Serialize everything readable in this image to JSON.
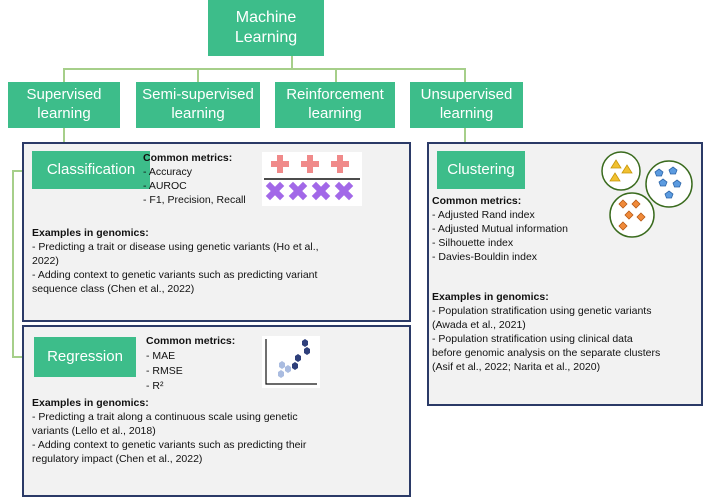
{
  "root": {
    "label": "Machine\nLearning"
  },
  "categories": [
    {
      "label": "Supervised\nlearning"
    },
    {
      "label": "Semi-supervised\nlearning"
    },
    {
      "label": "Reinforcement\nlearning"
    },
    {
      "label": "Unsupervised\nlearning"
    }
  ],
  "classification": {
    "title": "Classification",
    "metrics_title": "Common metrics:",
    "metrics": [
      "- Accuracy",
      "- AUROC",
      "- F1, Precision, Recall"
    ],
    "examples_title": "Examples in genomics:",
    "examples": [
      "- Predicting a trait or disease using genetic variants (Ho et al.,",
      "2022)",
      "- Adding context to genetic variants such as predicting variant",
      "sequence class (Chen et al., 2022)"
    ]
  },
  "regression": {
    "title": "Regression",
    "metrics_title": "Common metrics:",
    "metrics": [
      "- MAE",
      "- RMSE",
      "- R²"
    ],
    "examples_title": "Examples in genomics:",
    "examples": [
      "- Predicting a trait along a continuous scale using genetic",
      "variants (Lello et al., 2018)",
      "- Adding context to genetic variants such as predicting their",
      "regulatory impact (Chen et al., 2022)"
    ]
  },
  "clustering": {
    "title": "Clustering",
    "metrics_title": "Common metrics:",
    "metrics": [
      "- Adjusted Rand index",
      "- Adjusted Mutual information",
      "- Silhouette index",
      "- Davies-Bouldin index"
    ],
    "examples_title": "Examples in genomics:",
    "examples": [
      "- Population stratification using genetic variants",
      "(Awada et al., 2021)",
      "- Population stratification using clinical data",
      "before genomic analysis on the separate clusters",
      "(Asif et al., 2022; Narita et al., 2020)"
    ]
  },
  "colors": {
    "node_green": "#3dbd8a",
    "connector_green": "#a6cf8a",
    "panel_border": "#2b3a67",
    "panel_bg": "#f2f2f2",
    "plus": "#f08a8a",
    "cross": "#a268e8",
    "triangle": "#f0c030",
    "pentagon": "#5b9be0",
    "diamond": "#f08a3a",
    "hex_dark": "#2e3f7a",
    "hex_light": "#aabce0"
  }
}
